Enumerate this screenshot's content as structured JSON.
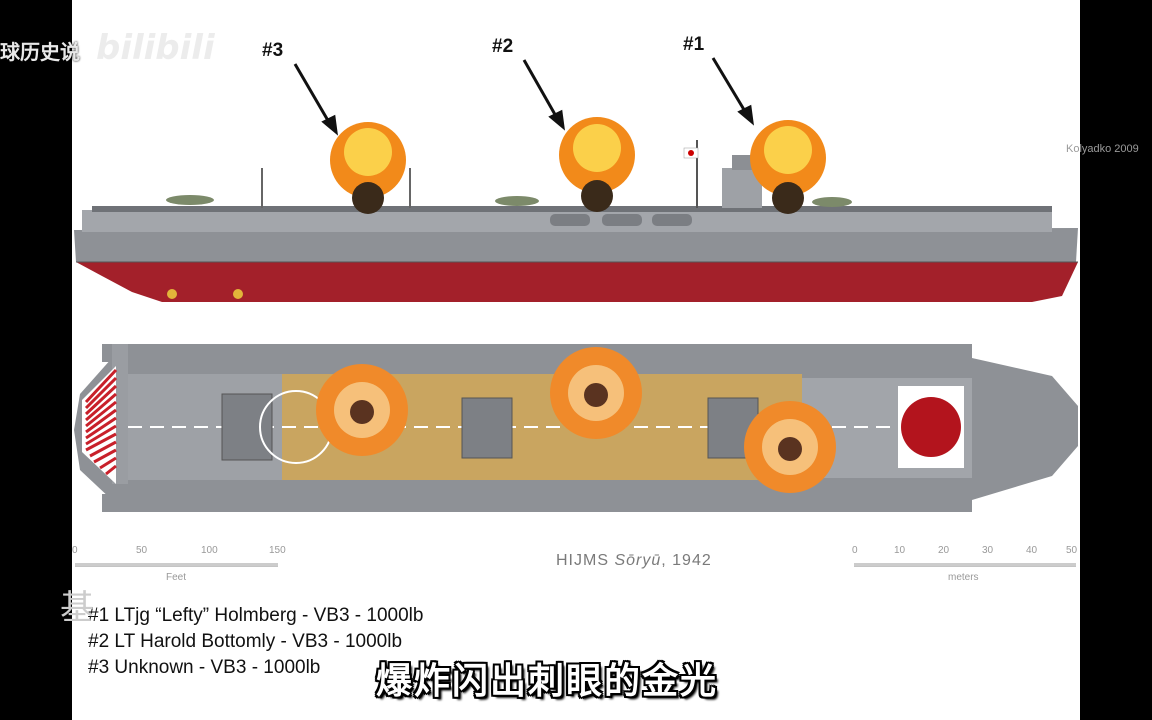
{
  "watermark": {
    "channel_text": "球历史说",
    "logo_text": "bilibili"
  },
  "credit": "Kolyadko 2009",
  "hit_labels": [
    "#3",
    "#2",
    "#1"
  ],
  "ship_caption": {
    "prefix": "HIJMS ",
    "name": "Sōryū",
    "suffix": ", 1942"
  },
  "scale_feet": {
    "ticks": [
      "0",
      "50",
      "100",
      "150"
    ],
    "unit": "Feet"
  },
  "scale_meters": {
    "ticks": [
      "0",
      "10",
      "20",
      "30",
      "40",
      "50"
    ],
    "unit": "meters"
  },
  "legend": [
    "#1  LTjg “Lefty” Holmberg - VB3 - 1000lb",
    "#2  LT Harold Bottomly - VB3 - 1000lb",
    "#3  Unknown - VB3 - 1000lb"
  ],
  "subtitle": "爆炸闪出刺眼的金光",
  "partial_char": "基",
  "colors": {
    "hull_red": "#a3202a",
    "hull_grey": "#8e9196",
    "deck_wood": "#c9a560",
    "fire": "#f28a1a"
  }
}
